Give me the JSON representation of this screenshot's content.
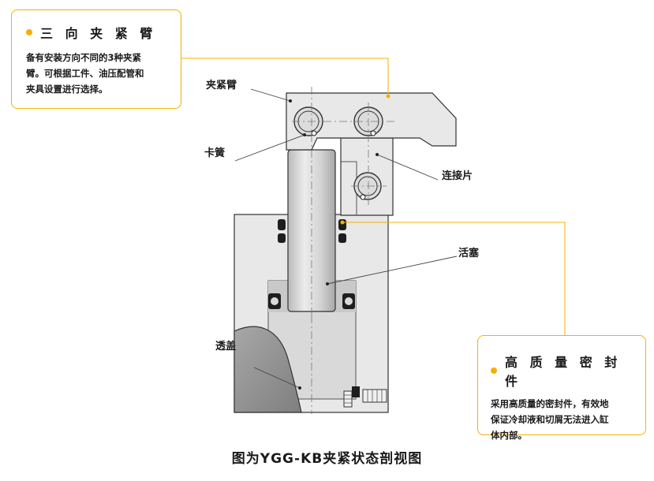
{
  "callouts": {
    "arm": {
      "title": "三 向 夹 紧 臂",
      "desc_line1": "备有安装方向不同的3种夹紧",
      "desc_line2": "臂。可根据工件、油压配管和",
      "desc_line3": "夹具设置进行选择。"
    },
    "seal": {
      "title": "高 质 量 密 封 件",
      "desc_line1": "采用高质量的密封件，有效地",
      "desc_line2": "保证冷却液和切屑无法进入缸",
      "desc_line3": "体内部。"
    }
  },
  "labels": {
    "arm": "夹紧臂",
    "clip": "卡簧",
    "link": "连接片",
    "piston": "活塞",
    "cover": "透盖"
  },
  "caption": "图为YGG-KB夹紧状态剖视图",
  "colors": {
    "accent": "#f5b000",
    "callout_border": "#f2b400",
    "body_fill": "#e6e6e6",
    "piston_fill": "#cfcfcf",
    "cover_fill": "#9a9a9a",
    "outline": "#333333"
  }
}
